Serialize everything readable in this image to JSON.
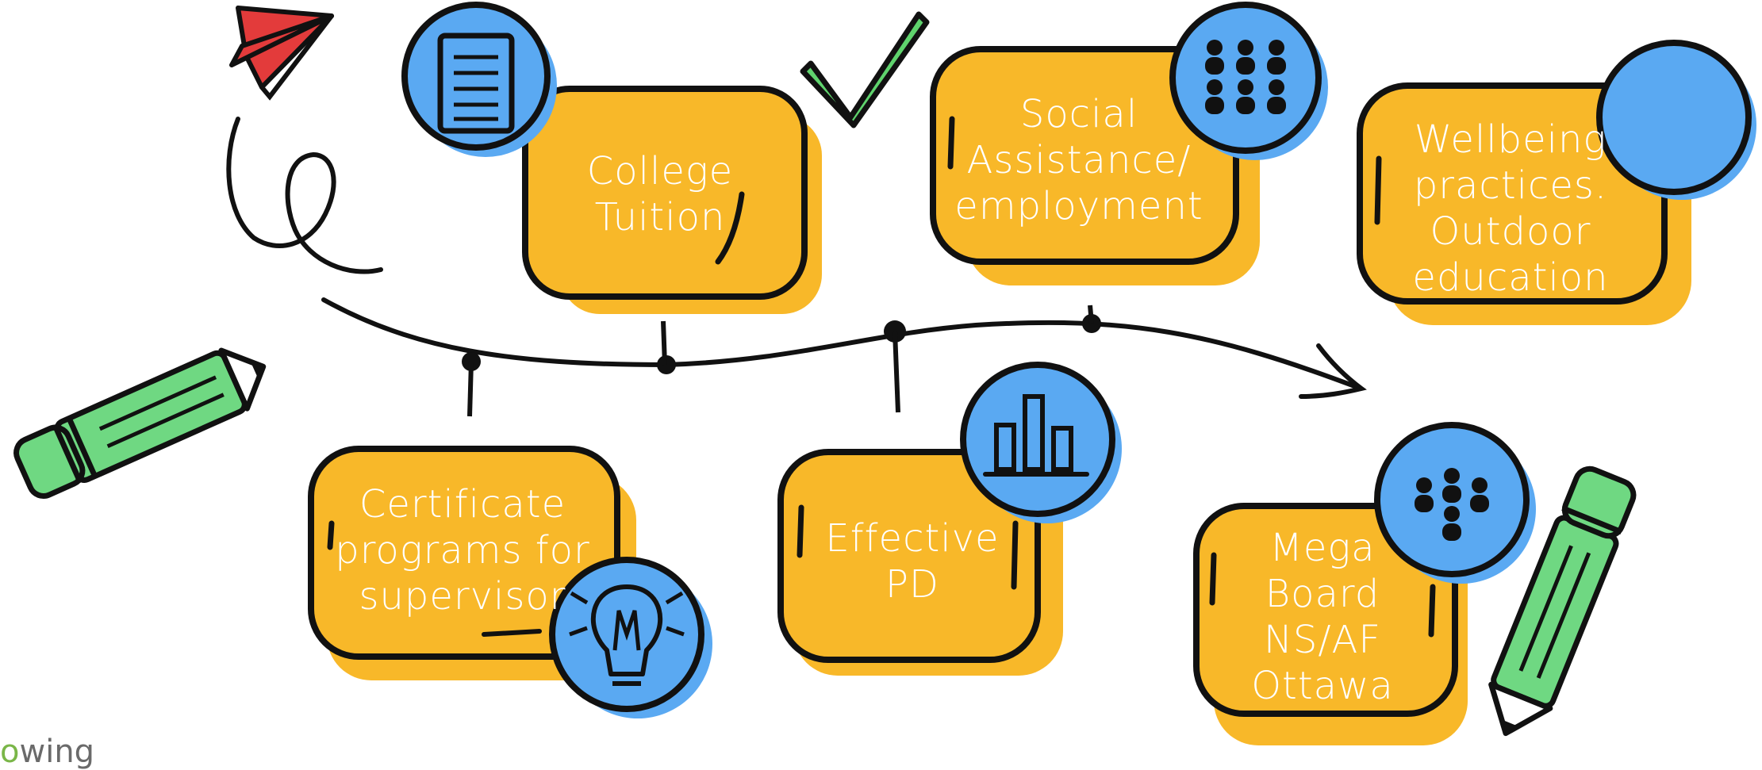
{
  "colors": {
    "box_fill": "#f8b829",
    "circle_fill": "#5aa9f2",
    "ink": "#111111",
    "check": "#5fd36d",
    "pencil": "#6fd882",
    "plane": "#e33b3b",
    "label": "#ffffff"
  },
  "boxes": [
    {
      "id": "college-tuition",
      "lines": [
        "College",
        "Tuition"
      ],
      "icon": "document-icon"
    },
    {
      "id": "social-assistance",
      "lines": [
        "Social",
        "Assistance/",
        "employment"
      ],
      "icon": "group-icon"
    },
    {
      "id": "wellbeing",
      "lines": [
        "Wellbeing",
        "practices.",
        "Outdoor",
        "education"
      ],
      "icon": "blank-circle-icon"
    },
    {
      "id": "certificate",
      "lines": [
        "Certificate",
        "programs for",
        "supervisor"
      ],
      "icon": "lightbulb-icon"
    },
    {
      "id": "effective-pd",
      "lines": [
        "Effective",
        "PD"
      ],
      "icon": "bar-chart-icon"
    },
    {
      "id": "mega-board",
      "lines": [
        "Mega",
        "Board",
        "NS/AF",
        "Ottawa"
      ],
      "icon": "people-icon"
    }
  ],
  "decorations": [
    "paper-plane-icon",
    "check-icon",
    "pencil-icon",
    "pencil-icon",
    "scribble-icon",
    "timeline-arrow"
  ],
  "footer": {
    "text_green": "o",
    "text_rest": "wing"
  }
}
